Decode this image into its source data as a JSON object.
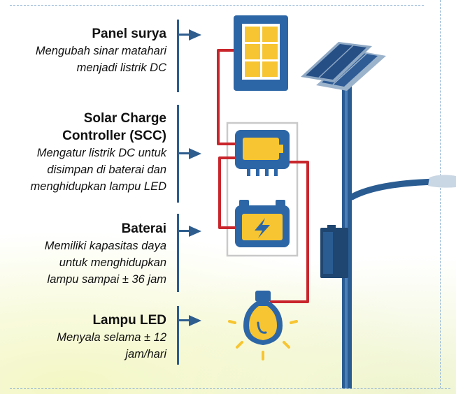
{
  "items": [
    {
      "title": "Panel surya",
      "desc": [
        "Mengubah sinar matahari",
        "menjadi listrik DC"
      ]
    },
    {
      "title": [
        "Solar Charge",
        "Controller (SCC)"
      ],
      "desc": [
        "Mengatur listrik DC untuk",
        "disimpan di baterai dan",
        "menghidupkan lampu LED"
      ]
    },
    {
      "title": "Baterai",
      "desc": [
        "Memiliki kapasitas daya",
        "untuk menghidupkan",
        "lampu sampai ± 36 jam"
      ]
    },
    {
      "title": "Lampu LED",
      "desc": [
        "Menyala selama ± 12",
        "jam/hari"
      ]
    }
  ],
  "colors": {
    "accent_blue": "#2e5d8e",
    "wire_red": "#c8262c",
    "icon_yellow": "#f7c531",
    "icon_blue": "#2d66a6"
  },
  "icons": [
    "solar-panel-icon",
    "charge-controller-icon",
    "battery-icon",
    "led-bulb-icon",
    "solar-street-light"
  ]
}
